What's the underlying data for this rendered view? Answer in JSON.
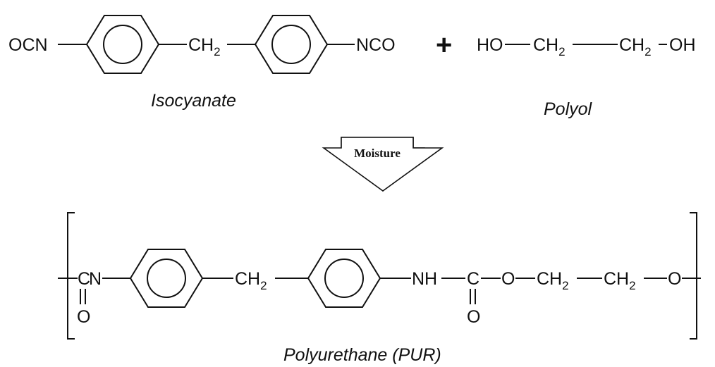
{
  "reactants": {
    "isocyanate": {
      "left_group": "OCN",
      "bridge_main": "CH",
      "bridge_sub": "2",
      "right_group": "NCO",
      "label": "Isocyanate"
    },
    "plus": "+",
    "polyol": {
      "left_group": "HO",
      "ch2a_main": "CH",
      "ch2a_sub": "2",
      "ch2b_main": "CH",
      "ch2b_sub": "2",
      "right_group": "OH",
      "label": "Polyol"
    }
  },
  "reaction_arrow": {
    "condition": "Moisture"
  },
  "product": {
    "c1": "C",
    "n1": "N",
    "o1": "O",
    "bridge_main": "CH",
    "bridge_sub": "2",
    "nh": "NH",
    "c2": "C",
    "o2": "O",
    "o3": "O",
    "ch2a_main": "CH",
    "ch2a_sub": "2",
    "ch2b_main": "CH",
    "ch2b_sub": "2",
    "o4": "O",
    "label": "Polyurethane (PUR)"
  }
}
